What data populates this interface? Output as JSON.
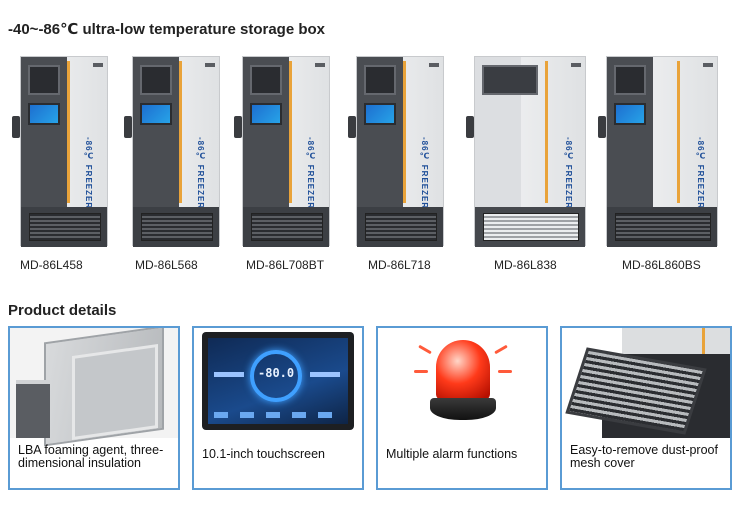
{
  "page": {
    "title": "-40~-86℃ ultra-low temperature storage box",
    "details_title": "Product details"
  },
  "freezers": [
    {
      "model": "MD-86L458",
      "variant": "dark",
      "label": "-86℃ FREEZER"
    },
    {
      "model": "MD-86L568",
      "variant": "dark",
      "label": "-86℃ FREEZER"
    },
    {
      "model": "MD-86L708BT",
      "variant": "dark",
      "label": "-86℃ FREEZER"
    },
    {
      "model": "MD-86L718",
      "variant": "dark",
      "label": "-86℃ FREEZER"
    },
    {
      "model": "MD-86L838",
      "variant": "light",
      "label": "-86℃ FREEZER"
    },
    {
      "model": "MD-86L860BS",
      "variant": "dark",
      "label": "-86℃ FREEZER"
    }
  ],
  "details": [
    {
      "caption": "LBA foaming agent, three-dimensional insulation",
      "icon": "foam-door-image"
    },
    {
      "caption": "10.1-inch touchscreen",
      "icon": "touchscreen-image",
      "screen_value": "-80.0"
    },
    {
      "caption": "Multiple alarm functions",
      "icon": "alarm-light-image"
    },
    {
      "caption": "Easy-to-remove dust-proof mesh cover",
      "icon": "mesh-cover-image"
    }
  ],
  "colors": {
    "accent_border": "#5a9bd4",
    "stripe": "#e9a33a",
    "label_blue": "#1f4f99"
  }
}
